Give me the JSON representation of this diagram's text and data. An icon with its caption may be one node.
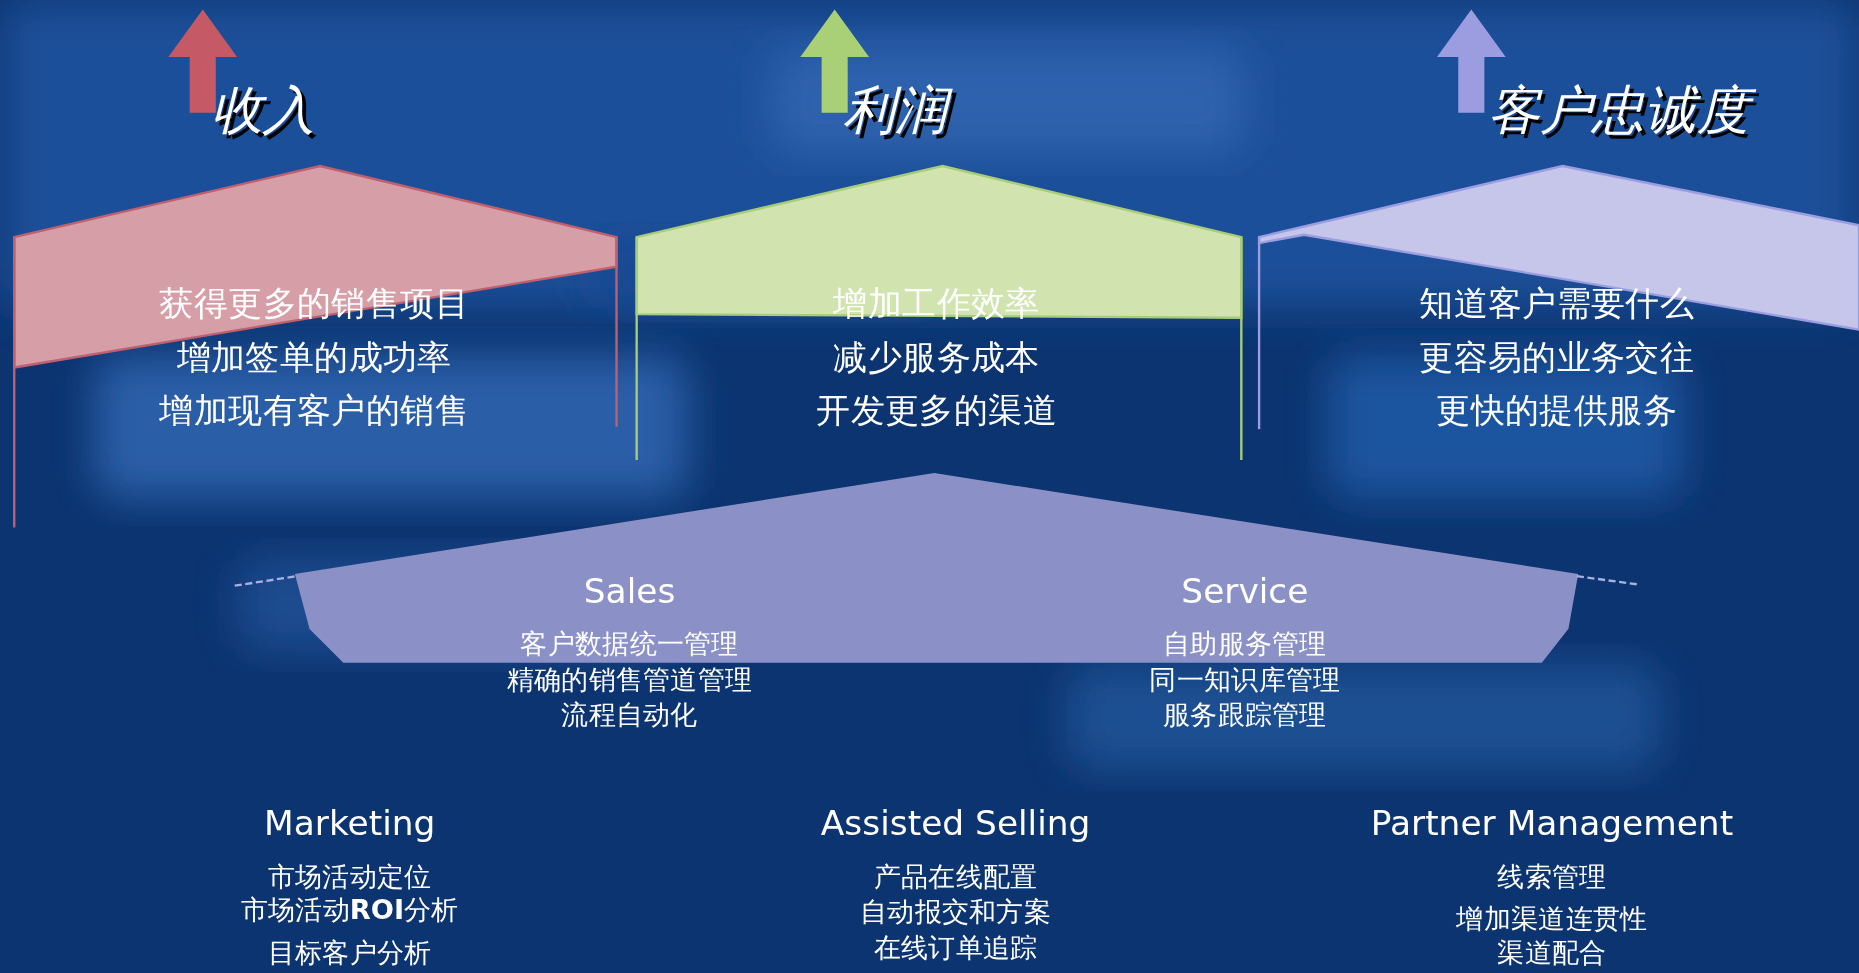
{
  "diagram": {
    "nodes": [
      {
        "text": [
          "收入",
          "获得更多的销售项目",
          "增加签单的成功率",
          "增加现有客户的销售"
        ]
      },
      {
        "text": [
          "利润",
          "增加工作效率",
          "减少服务成本",
          "开发更多的渠道"
        ]
      },
      {
        "text": [
          "客户忠诚度",
          "知道客户需要什么",
          "更容易的业务交往",
          "更快的提供服务"
        ]
      },
      {
        "text": [
          "Sales",
          "客户数据统一管理",
          "精确的销售管道管理",
          "流程自动化",
          "Service",
          "自助服务管理",
          "同一知识库管理",
          "服务跟踪管理"
        ]
      }
    ],
    "labels": [
      "Marketing",
      "市场活动定位",
      "市场活动**ROI**分析",
      "目标客户分析",
      "Assisted Selling",
      "产品在线配置",
      "自动报交和方案",
      "在线订单追踪",
      "Partner Management",
      "线索管理",
      "增加渠道连贯性",
      "渠道配合"
    ]
  }
}
